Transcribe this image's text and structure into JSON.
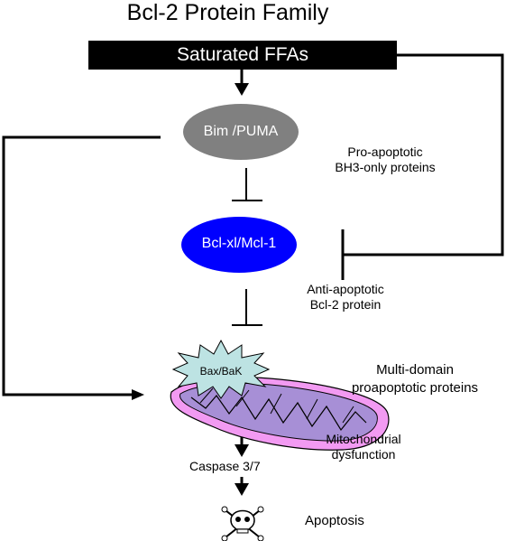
{
  "title": "Bcl-2 Protein Family",
  "nodes": {
    "ffa": "Saturated FFAs",
    "bim": "Bim /PUMA",
    "bcl": "Bcl-xl/Mcl-1",
    "bax": "Bax/BaK",
    "caspase": "Caspase 3/7",
    "apoptosis": "Apoptosis"
  },
  "labels": {
    "pro_apoptotic_1": "Pro-apoptotic",
    "pro_apoptotic_2": "BH3-only proteins",
    "anti_apoptotic_1": "Anti-apoptotic",
    "anti_apoptotic_2": "Bcl-2  protein",
    "multi_domain_1": "Multi-domain",
    "multi_domain_2": "proapoptotic proteins",
    "mito_1": "Mitochondrial",
    "mito_2": "dysfunction"
  },
  "colors": {
    "ffa_box": "#000000",
    "bim_ellipse": "#808080",
    "bcl_ellipse": "#0000ff",
    "bax_star": "#bde3e3",
    "mito_outer": "#f29af2",
    "mito_inner": "#a78fd6"
  },
  "icons": [
    "skull-crossbones-icon"
  ]
}
